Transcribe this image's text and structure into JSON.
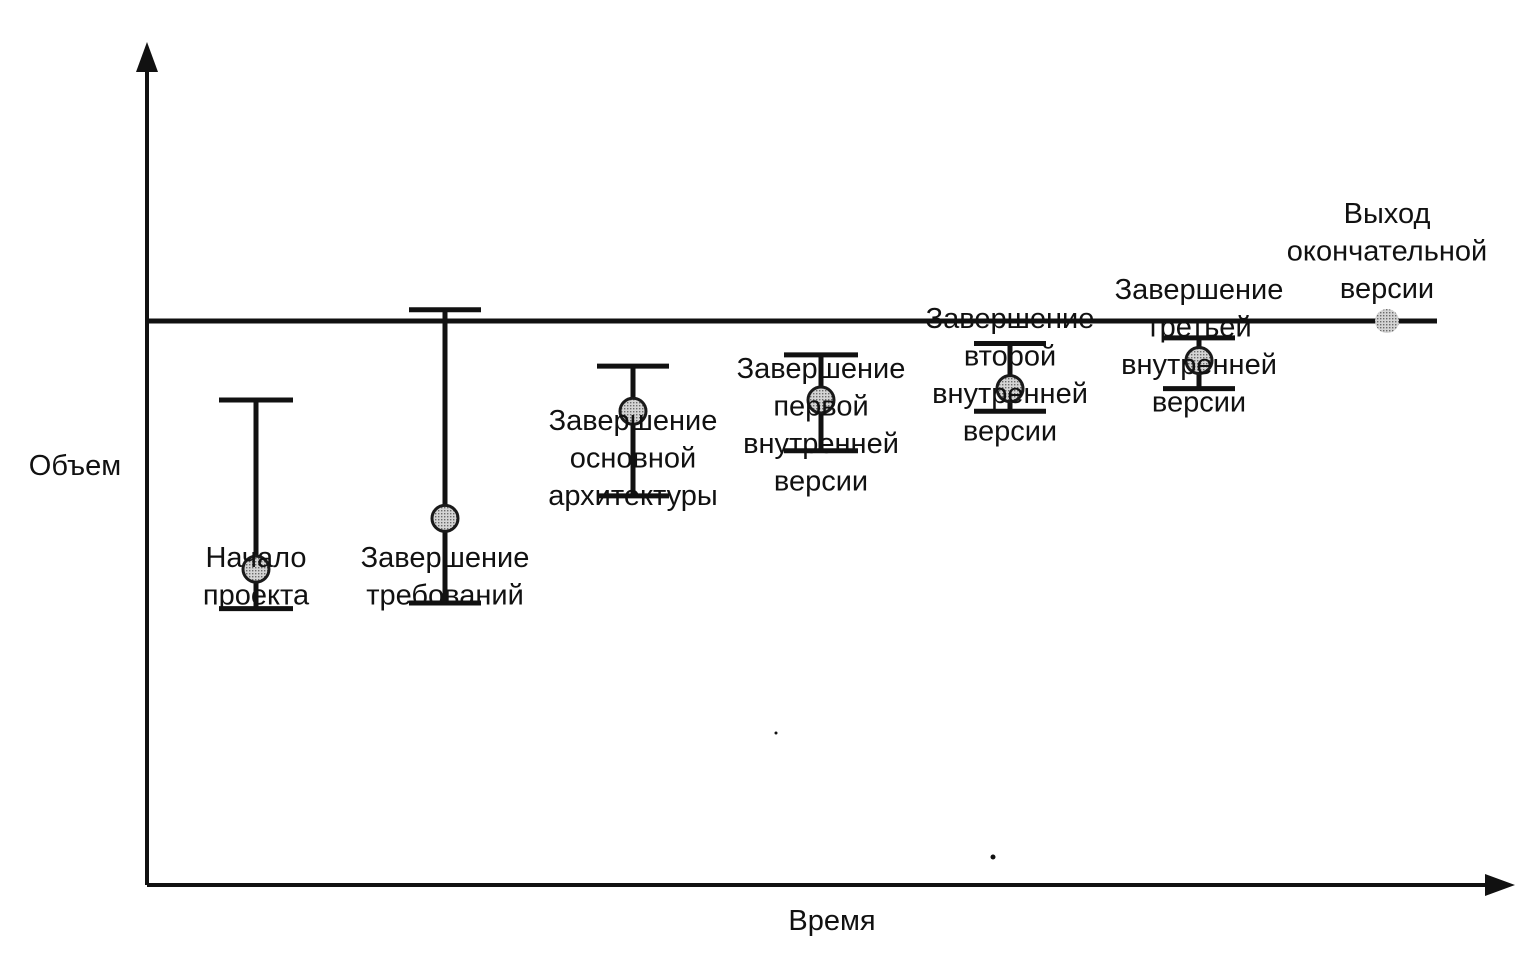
{
  "chart_data": {
    "type": "error-bar",
    "title": "",
    "xlabel": "Время",
    "ylabel": "Объем",
    "reference_line": "Выход окончательной версии",
    "series": [
      {
        "values": [
          {
            "label": [
              "Начало",
              "проекта"
            ],
            "estimate": 0.56,
            "low": 0.49,
            "high": 0.86
          },
          {
            "label": [
              "Завершение",
              "требований"
            ],
            "estimate": 0.65,
            "low": 0.5,
            "high": 1.02
          },
          {
            "label": [
              "Завершение",
              "основной",
              "архитектуры"
            ],
            "estimate": 0.84,
            "low": 0.69,
            "high": 0.92
          },
          {
            "label": [
              "Завершение",
              "первой",
              "внутренней",
              "версии"
            ],
            "estimate": 0.86,
            "low": 0.77,
            "high": 0.94
          },
          {
            "label": [
              "Завершение",
              "второй",
              "внутренней",
              "версии"
            ],
            "estimate": 0.88,
            "low": 0.84,
            "high": 0.96
          },
          {
            "label": [
              "Завершение",
              "третьей",
              "внутренней",
              "версии"
            ],
            "estimate": 0.93,
            "low": 0.88,
            "high": 0.97
          },
          {
            "label": [
              "Выход",
              "окончательной",
              "версии"
            ],
            "estimate": 1.0,
            "low": 1.0,
            "high": 1.0
          }
        ]
      }
    ],
    "ylim": [
      0,
      1.28
    ],
    "grid": false,
    "legend": "none",
    "colors": {
      "line": "#111111",
      "marker_fill": "#b9b9b9",
      "marker_stroke": "#1a1a1a"
    }
  }
}
